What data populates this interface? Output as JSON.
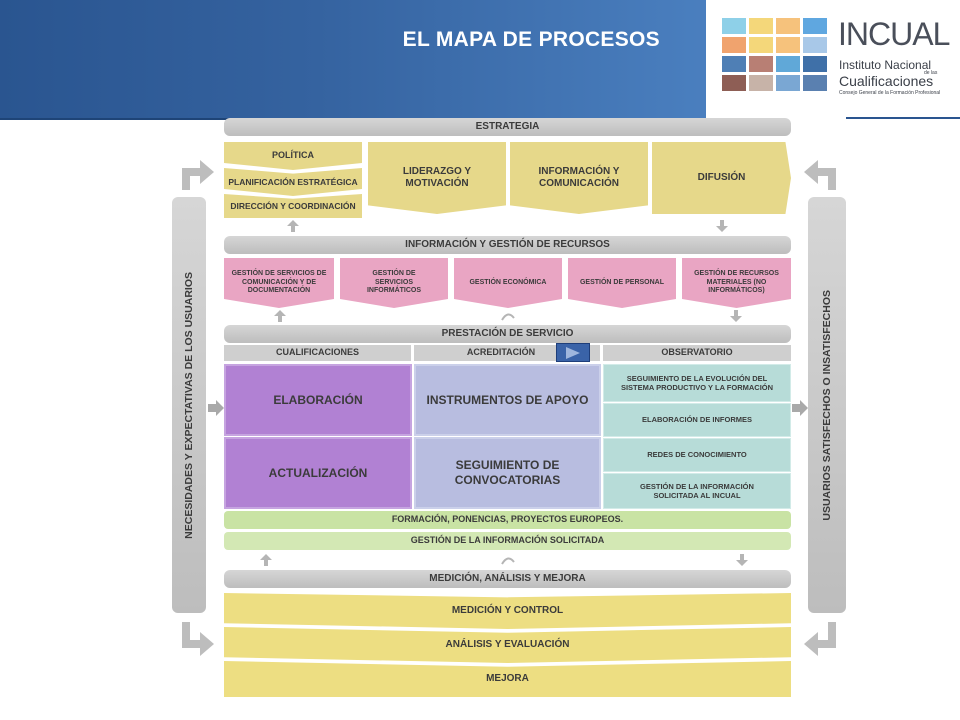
{
  "slide_title": "EL MAPA DE PROCESOS",
  "logo": {
    "name": "INCUAL",
    "subtitle_line1": "Instituto Nacional",
    "subtitle_small": "de las",
    "subtitle_line2": "Cualificaciones",
    "tagline": "Consejo General de la Formación Profesional",
    "tile_colors": [
      "#8ed0e8",
      "#f4d77a",
      "#f6c27c",
      "#5fa7e0",
      "#f0a36e",
      "#f4d77a",
      "#f6c27c",
      "#a8c8e8",
      "#4f7fb5",
      "#b87f74",
      "#60a8d8",
      "#3f70a8",
      "#8e5e55",
      "#c7b3a8",
      "#7aa7d3",
      "#5a80b0"
    ]
  },
  "side": {
    "left": "NECESIDADES Y EXPECTATIVAS DE LOS USUARIOS",
    "right": "USUARIOS SATISFECHOS O INSATISFECHOS"
  },
  "estrategia": {
    "header": "ESTRATEGIA",
    "left_items": [
      "POLÍTICA",
      "PLANIFICACIÓN ESTRATÉGICA",
      "DIRECCIÓN Y COORDINACIÓN"
    ],
    "boxes": [
      "LIDERAZGO Y MOTIVACIÓN",
      "INFORMACIÓN Y COMUNICACIÓN",
      "DIFUSIÓN"
    ]
  },
  "recursos": {
    "header": "INFORMACIÓN Y GESTIÓN DE RECURSOS",
    "items": [
      "GESTIÓN DE SERVICIOS DE COMUNICACIÓN Y DE DOCUMENTACIÓN",
      "GESTIÓN DE SERVICIOS INFORMÁTICOS",
      "GESTIÓN ECONÓMICA",
      "GESTIÓN DE PERSONAL",
      "GESTIÓN DE RECURSOS MATERIALES (NO INFORMÁTICOS)"
    ]
  },
  "prestacion": {
    "header": "PRESTACIÓN DE SERVICIO",
    "columns": [
      "CUALIFICACIONES",
      "ACREDITACIÓN",
      "OBSERVATORIO"
    ],
    "cualificaciones": [
      "ELABORACIÓN",
      "ACTUALIZACIÓN"
    ],
    "acreditacion": [
      "INSTRUMENTOS DE APOYO",
      "SEGUIMIENTO DE CONVOCATORIAS"
    ],
    "observatorio": [
      "SEGUIMIENTO DE LA EVOLUCIÓN DEL SISTEMA PRODUCTIVO Y LA FORMACIÓN",
      "ELABORACIÓN DE INFORMES",
      "REDES DE CONOCIMIENTO",
      "GESTIÓN DE LA INFORMACIÓN SOLICITADA AL INCUAL"
    ],
    "band1": "FORMACIÓN, PONENCIAS, PROYECTOS EUROPEOS.",
    "band2": "GESTIÓN DE LA INFORMACIÓN SOLICITADA"
  },
  "medicion": {
    "header": "MEDICIÓN, ANÁLISIS Y MEJORA",
    "items": [
      "MEDICIÓN Y CONTROL",
      "ANÁLISIS Y EVALUACIÓN",
      "MEJORA"
    ]
  },
  "play_icon": "play-icon"
}
